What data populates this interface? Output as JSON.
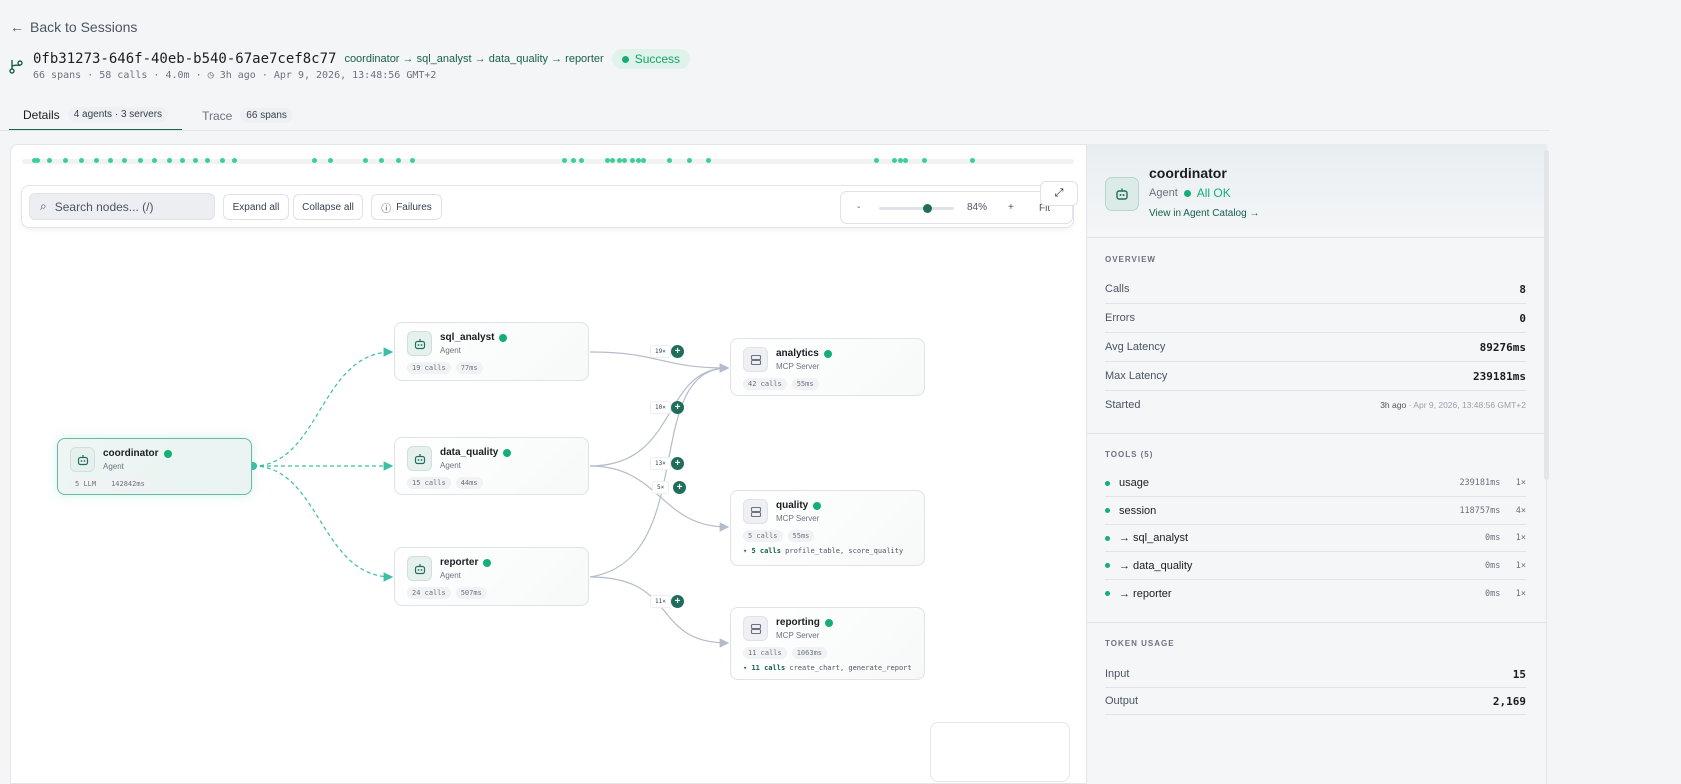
{
  "nav": {
    "back_label": "Back to Sessions"
  },
  "session": {
    "id": "0fb31273-646f-40eb-b540-67ae7cef8c77",
    "path": "coordinator → sql_analyst → data_quality → reporter",
    "status": "Success",
    "spans": "66 spans",
    "calls": "58 calls",
    "duration": "4.0m",
    "ago": "3h ago",
    "timestamp": "Apr 9, 2026, 13:48:56 GMT+2"
  },
  "tabs": [
    {
      "label": "Details",
      "chip": "4 agents · 3 servers",
      "active": true
    },
    {
      "label": "Trace",
      "chip": "66 spans"
    }
  ],
  "toolbar": {
    "search_placeholder": "Search nodes... (/)",
    "expand_all": "Expand all",
    "collapse_all": "Collapse all",
    "failures": "Failures",
    "zoom_minus": "-",
    "zoom_plus": "+",
    "zoom_level": "84%",
    "zoom_fraction": 0.84,
    "fit": "Fit"
  },
  "graph": {
    "nodes": [
      {
        "name": "coordinator",
        "type": "Agent",
        "chips": [
          "5 LLM",
          "142842ms"
        ],
        "status": "ok",
        "selected": true
      },
      {
        "name": "sql_analyst",
        "type": "Agent",
        "chips": [
          "19 calls",
          "77ms"
        ],
        "status": "ok"
      },
      {
        "name": "data_quality",
        "type": "Agent",
        "chips": [
          "15 calls",
          "44ms"
        ],
        "status": "ok"
      },
      {
        "name": "reporter",
        "type": "Agent",
        "chips": [
          "24 calls",
          "507ms"
        ],
        "status": "ok"
      },
      {
        "name": "analytics",
        "type": "MCP Server",
        "chips": [
          "42 calls",
          "55ms"
        ],
        "status": "ok"
      },
      {
        "name": "quality",
        "type": "MCP Server",
        "chips": [
          "5 calls",
          "55ms"
        ],
        "tools_count": "5 calls",
        "tools": "profile_table, score_quality",
        "status": "ok"
      },
      {
        "name": "reporting",
        "type": "MCP Server",
        "chips": [
          "11 calls",
          "1063ms"
        ],
        "tools_count": "11 calls",
        "tools": "create_chart, generate_report",
        "status": "ok"
      }
    ],
    "edges": [
      {
        "from": "coordinator",
        "to": "sql_analyst",
        "kind": "delegation"
      },
      {
        "from": "coordinator",
        "to": "data_quality",
        "kind": "delegation"
      },
      {
        "from": "coordinator",
        "to": "reporter",
        "kind": "delegation"
      },
      {
        "from": "sql_analyst",
        "to": "analytics",
        "label": "19×"
      },
      {
        "from": "data_quality",
        "to": "analytics",
        "label": "10×"
      },
      {
        "from": "reporter",
        "to": "analytics",
        "label": "13×"
      },
      {
        "from": "data_quality",
        "to": "quality",
        "label": "5×"
      },
      {
        "from": "reporter",
        "to": "reporting",
        "label": "11×"
      }
    ]
  },
  "panel": {
    "title": "coordinator",
    "type": "Agent",
    "status": "All OK",
    "link": "View in Agent Catalog →",
    "overview_title": "OVERVIEW",
    "overview": [
      {
        "label": "Calls",
        "value": "8"
      },
      {
        "label": "Errors",
        "value": "0"
      },
      {
        "label": "Avg Latency",
        "value": "89276ms"
      },
      {
        "label": "Max Latency",
        "value": "239181ms"
      }
    ],
    "started_label": "Started",
    "started_ago": "3h ago",
    "started_ts": "· Apr 9, 2026, 13:48:56 GMT+2",
    "tools_title": "TOOLS (5)",
    "tools": [
      {
        "name": "usage",
        "latency": "239181ms",
        "count": "1×"
      },
      {
        "name": "session",
        "latency": "118757ms",
        "count": "4×"
      },
      {
        "name": "→ sql_analyst",
        "latency": "0ms",
        "count": "1×"
      },
      {
        "name": "→ data_quality",
        "latency": "0ms",
        "count": "1×"
      },
      {
        "name": "→ reporter",
        "latency": "0ms",
        "count": "1×"
      }
    ],
    "tokens_title": "TOKEN USAGE",
    "tokens": [
      {
        "label": "Input",
        "value": "15"
      },
      {
        "label": "Output",
        "value": "2,169"
      }
    ]
  },
  "colors": {
    "accent": "#17614f",
    "success": "#12b076",
    "edge": "#b4bccb",
    "delegation": "#3cbfa5"
  }
}
